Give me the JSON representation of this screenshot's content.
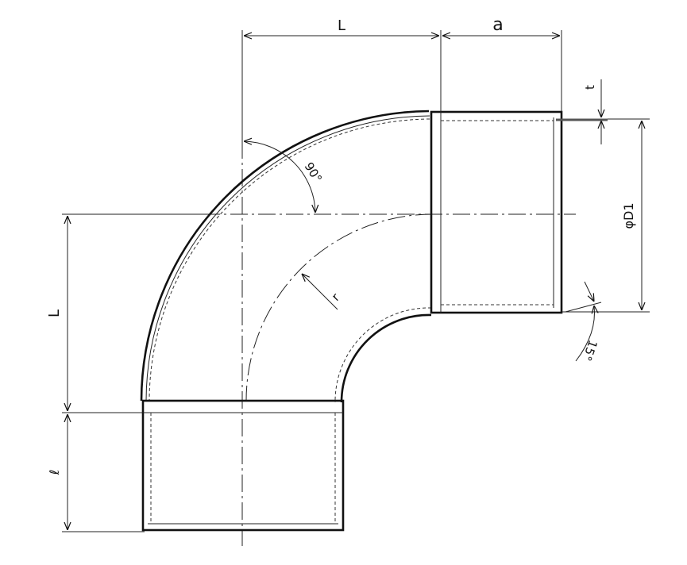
{
  "labels": {
    "top_length": "L",
    "socket_length": "a",
    "thickness": "t",
    "angle_90": "90°",
    "diameter": "φD1",
    "radius": "r",
    "side_length": "L",
    "bevel_angle": "15°",
    "bottom_socket": "ℓ"
  }
}
